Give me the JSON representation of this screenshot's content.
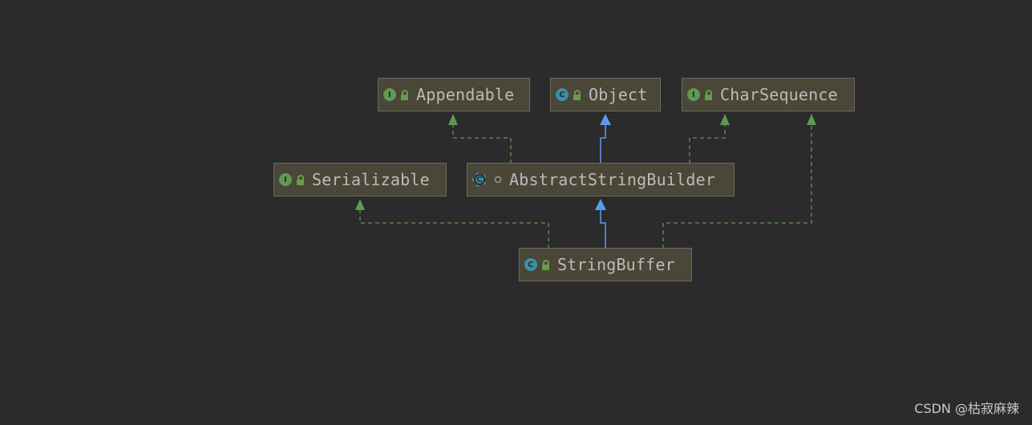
{
  "nodes": {
    "appendable": {
      "label": "Appendable",
      "kind": "interface",
      "badge": "I"
    },
    "object": {
      "label": "Object",
      "kind": "class",
      "badge": "C"
    },
    "charsequence": {
      "label": "CharSequence",
      "kind": "interface",
      "badge": "I"
    },
    "serializable": {
      "label": "Serializable",
      "kind": "interface",
      "badge": "I"
    },
    "abstractstringbuilder": {
      "label": "AbstractStringBuilder",
      "kind": "abstract-class",
      "badge": "C"
    },
    "stringbuffer": {
      "label": "StringBuffer",
      "kind": "class",
      "badge": "C"
    }
  },
  "edges": [
    {
      "from": "abstractstringbuilder",
      "to": "appendable",
      "type": "implements"
    },
    {
      "from": "abstractstringbuilder",
      "to": "object",
      "type": "extends"
    },
    {
      "from": "abstractstringbuilder",
      "to": "charsequence",
      "type": "implements"
    },
    {
      "from": "stringbuffer",
      "to": "serializable",
      "type": "implements"
    },
    {
      "from": "stringbuffer",
      "to": "abstractstringbuilder",
      "type": "extends"
    },
    {
      "from": "stringbuffer",
      "to": "charsequence",
      "type": "implements"
    }
  ],
  "colors": {
    "background": "#2b2b2b",
    "implements_edge": "#629755",
    "extends_edge": "#5a9bf0",
    "node_fill": "#4a4638"
  },
  "watermark": "CSDN @枯寂麻辣"
}
